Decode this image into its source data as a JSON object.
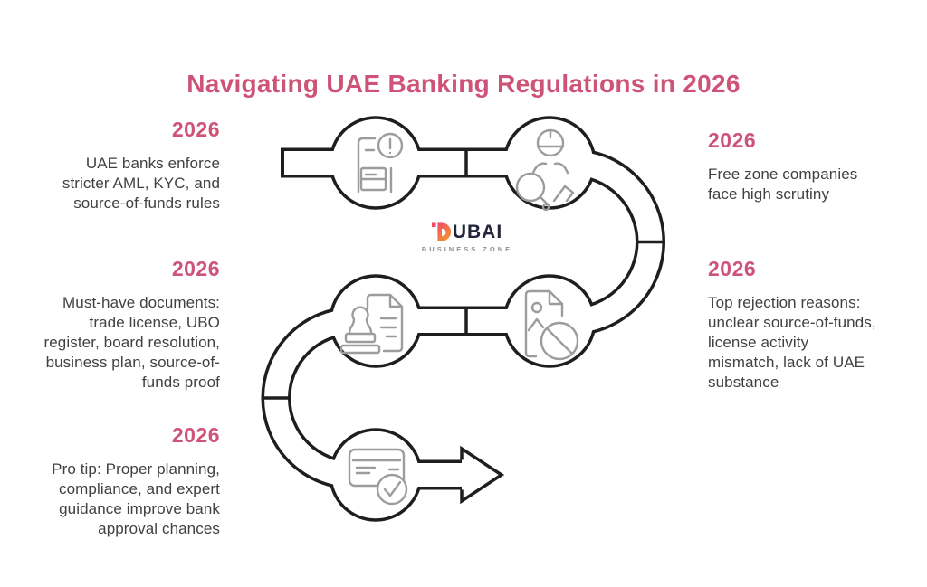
{
  "title": "Navigating UAE Banking Regulations in 2026",
  "logo": {
    "mark": "D",
    "brand": "UBAI",
    "tagline": "BUSINESS ZONE"
  },
  "colors": {
    "accent": "#ce5379",
    "body_text": "#414042",
    "outline": "#1e1e1c",
    "icon_gray": "#9c9c9b",
    "logo_dark": "#23233b",
    "logo_gray": "#8d8d8d",
    "logo_pink": "#ef4b6f",
    "logo_orange": "#f5912f"
  },
  "milestones": [
    {
      "id": 1,
      "year": "2026",
      "side": "left",
      "icon": "document-alert-icon",
      "text": "UAE banks enforce\nstricter AML, KYC, and\nsource-of-funds rules"
    },
    {
      "id": 2,
      "year": "2026",
      "side": "right",
      "icon": "person-magnifier-icon",
      "text": "Free zone companies\nface high scrutiny"
    },
    {
      "id": 3,
      "year": "2026",
      "side": "left",
      "icon": "document-stamp-icon",
      "text": "Must-have documents:\ntrade license, UBO\nregister, board resolution,\nbusiness plan, source-of-\nfunds proof"
    },
    {
      "id": 4,
      "year": "2026",
      "side": "right",
      "icon": "document-rejected-icon",
      "text": "Top rejection reasons:\nunclear source-of-funds,\nlicense activity\nmismatch, lack of UAE\nsubstance"
    },
    {
      "id": 5,
      "year": "2026",
      "side": "left",
      "icon": "card-approved-icon",
      "text": "Pro tip: Proper planning,\ncompliance, and expert\nguidance improve bank\napproval chances"
    }
  ]
}
